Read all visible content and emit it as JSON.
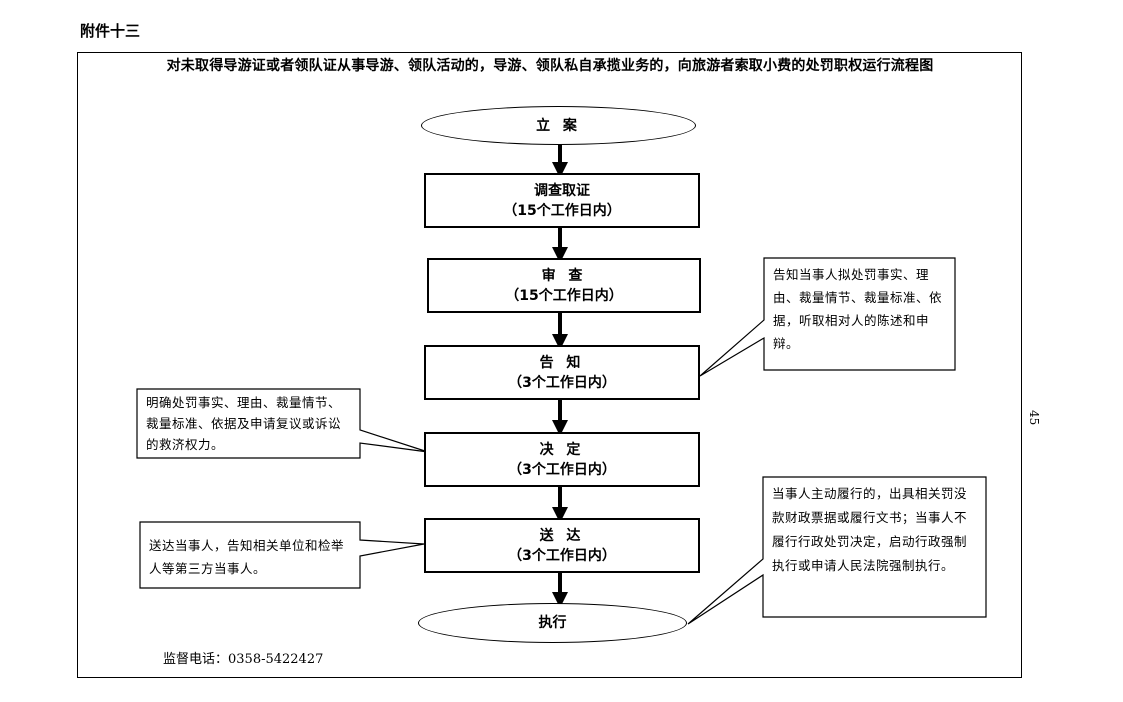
{
  "header": {
    "attachment_label": "附件十三",
    "title": "对未取得导游证或者领队证从事导游、领队活动的，导游、领队私自承揽业务的，向旅游者索取小费的处罚职权运行流程图"
  },
  "flow": {
    "start": "立 案",
    "steps": [
      {
        "title": "调查取证",
        "duration": "（15个工作日内）"
      },
      {
        "title": "审 查",
        "duration": "（15个工作日内）"
      },
      {
        "title": "告 知",
        "duration": "（3个工作日内）"
      },
      {
        "title": "决 定",
        "duration": "（3个工作日内）"
      },
      {
        "title": "送 达",
        "duration": "（3个工作日内）"
      }
    ],
    "end": "执行"
  },
  "notes": {
    "inform": "告知当事人拟处罚事实、理由、裁量情节、裁量标准、依据，听取相对人的陈述和申辩。",
    "decision": "明确处罚事实、理由、裁量情节、裁量标准、依据及申请复议或诉讼的救济权力。",
    "delivery": "送达当事人，告知相关单位和检举人等第三方当事人。",
    "execution": "当事人主动履行的，出具相关罚没款财政票据或履行文书；当事人不履行行政处罚决定，启动行政强制执行或申请人民法院强制执行。"
  },
  "footer": {
    "supervision_phone": "监督电话：0358-5422427",
    "page_number": "45"
  }
}
